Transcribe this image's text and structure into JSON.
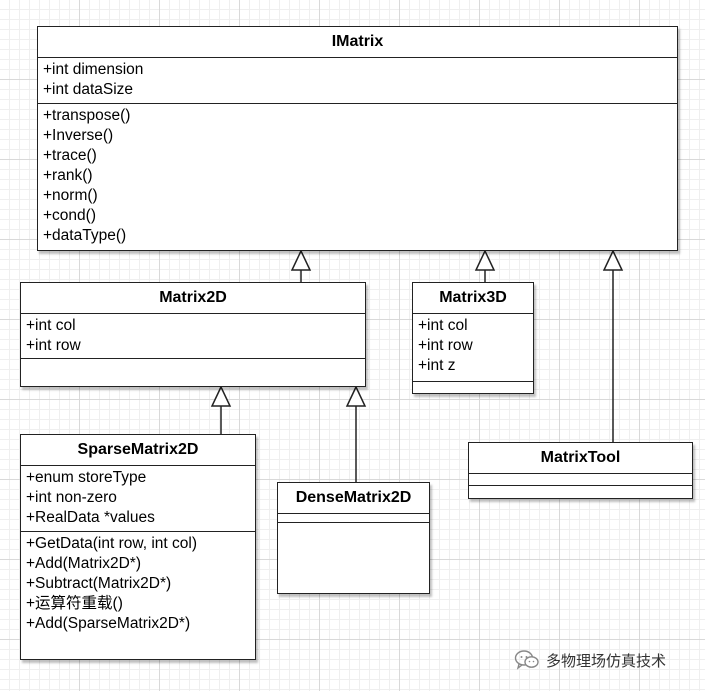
{
  "diagram": {
    "classes": {
      "imatrix": {
        "name": "IMatrix",
        "attributes": [
          "+int dimension",
          "+int dataSize"
        ],
        "methods": [
          "+transpose()",
          "+Inverse()",
          "+trace()",
          "+rank()",
          "+norm()",
          "+cond()",
          "+dataType()"
        ]
      },
      "matrix2d": {
        "name": "Matrix2D",
        "attributes": [
          "+int col",
          "+int row"
        ],
        "methods": []
      },
      "matrix3d": {
        "name": "Matrix3D",
        "attributes": [
          "+int col",
          "+int row",
          "+int z"
        ],
        "methods": []
      },
      "sparsematrix2d": {
        "name": "SparseMatrix2D",
        "attributes": [
          "+enum storeType",
          "+int non-zero",
          "+RealData *values"
        ],
        "methods": [
          "+GetData(int row, int col)",
          "+Add(Matrix2D*)",
          "+Subtract(Matrix2D*)",
          "+运算符重载()",
          "+Add(SparseMatrix2D*)"
        ]
      },
      "densematrix2d": {
        "name": "DenseMatrix2D",
        "attributes": [],
        "methods": []
      },
      "matrixtool": {
        "name": "MatrixTool",
        "attributes": [],
        "methods": []
      }
    },
    "relations": [
      {
        "from": "matrix2d",
        "to": "imatrix",
        "type": "generalization"
      },
      {
        "from": "matrix3d",
        "to": "imatrix",
        "type": "generalization"
      },
      {
        "from": "matrixtool",
        "to": "imatrix",
        "type": "generalization"
      },
      {
        "from": "sparsematrix2d",
        "to": "matrix2d",
        "type": "generalization"
      },
      {
        "from": "densematrix2d",
        "to": "matrix2d",
        "type": "generalization"
      }
    ]
  },
  "watermark": {
    "icon": "wechat-icon",
    "text": "多物理场仿真技术"
  }
}
